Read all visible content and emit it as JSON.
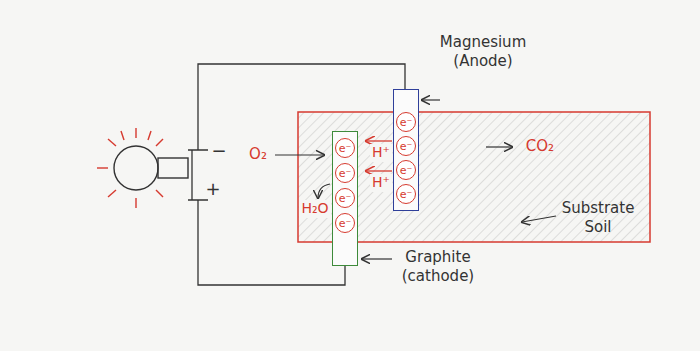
{
  "diagram": {
    "nodes": [
      {
        "text": [
          "e⁻",
          "e⁻",
          "e⁻",
          "e⁻"
        ]
      },
      {
        "text": [
          "e⁻",
          "e⁻",
          "e⁻",
          "e⁻"
        ]
      }
    ],
    "labels": [
      "Magnesium (Anode)",
      "O₂",
      "CO₂",
      "Substrate Soil",
      "Graphite (cathode)",
      "H⁺",
      "H⁺",
      "H₂O",
      "−",
      "+"
    ]
  }
}
